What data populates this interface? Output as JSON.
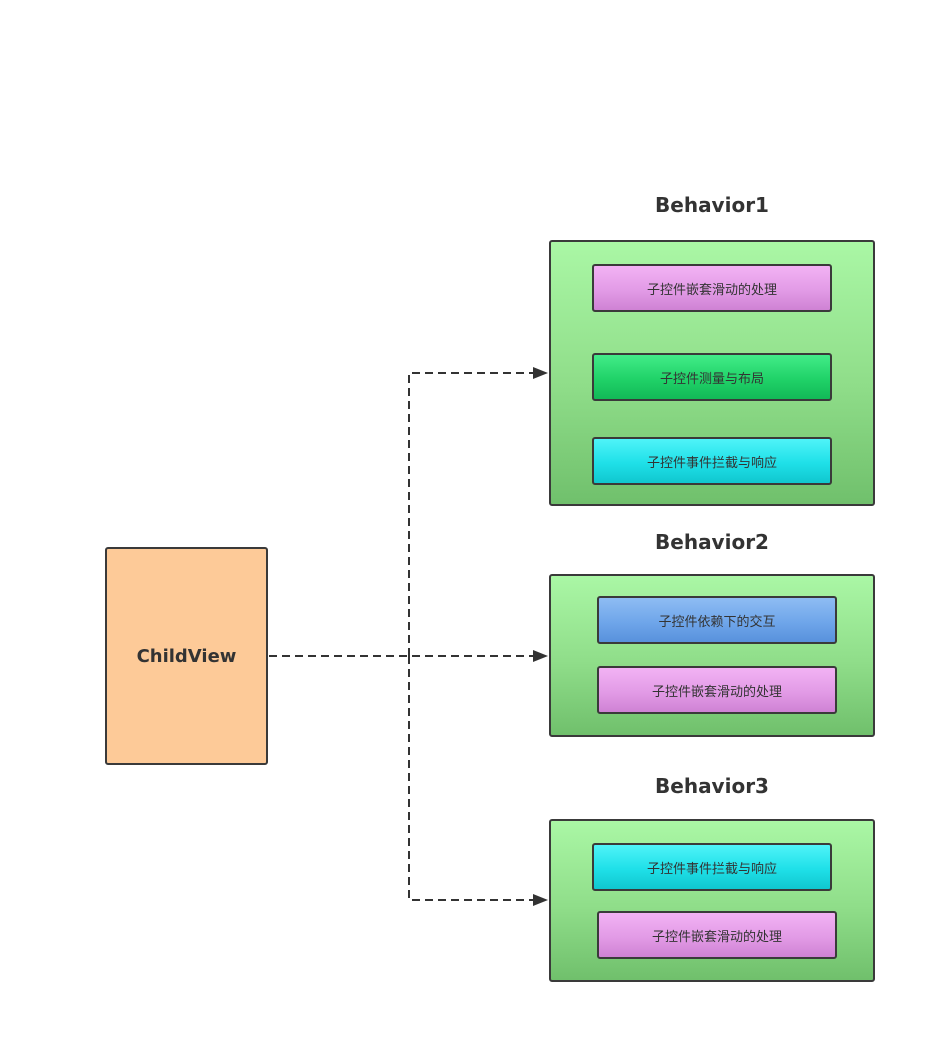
{
  "child_view": {
    "label": "ChildView"
  },
  "behaviors": [
    {
      "title": "Behavior1",
      "items": [
        {
          "label": "子控件嵌套滑动的处理",
          "color": "#e29be6"
        },
        {
          "label": "子控件测量与布局",
          "color": "#20d268"
        },
        {
          "label": "子控件事件拦截与响应",
          "color": "#1fe0e8"
        }
      ]
    },
    {
      "title": "Behavior2",
      "items": [
        {
          "label": "子控件依赖下的交互",
          "color": "#6fa6ea"
        },
        {
          "label": "子控件嵌套滑动的处理",
          "color": "#e29be6"
        }
      ]
    },
    {
      "title": "Behavior3",
      "items": [
        {
          "label": "子控件事件拦截与响应",
          "color": "#1fe0e8"
        },
        {
          "label": "子控件嵌套滑动的处理",
          "color": "#e29be6"
        }
      ]
    }
  ],
  "colors": {
    "child_view_fill": "#fdca98",
    "behavior_fill": "#8fdd89",
    "connector": "#333333"
  }
}
